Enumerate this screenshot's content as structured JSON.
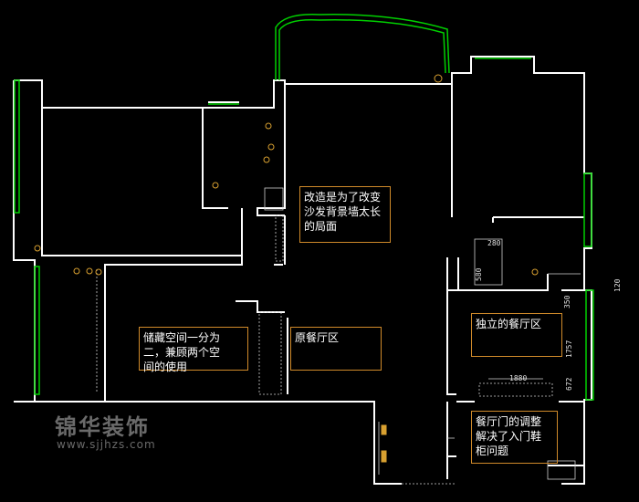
{
  "notes": {
    "note1": "改造是为了改变\n沙发背景墙太长\n的局面",
    "note2": "储藏空间一分为\n二，兼顾两个空\n间的使用",
    "note3": "原餐厅区",
    "note4": "独立的餐厅区",
    "note5": "餐厅门的调整\n解决了入门鞋\n柜问题"
  },
  "dimensions": {
    "d1": "280",
    "d2": "580",
    "d3": "1880",
    "d4": "350",
    "d5": "1757",
    "d6": "672",
    "d7": "120"
  },
  "watermark": {
    "title": "锦华装饰",
    "url": "www.sjjhzs.com"
  },
  "colors": {
    "wall": "#ffffff",
    "window": "#00d000",
    "note_border": "#d08a2a",
    "fixture": "#d8a030",
    "background": "#000000"
  }
}
